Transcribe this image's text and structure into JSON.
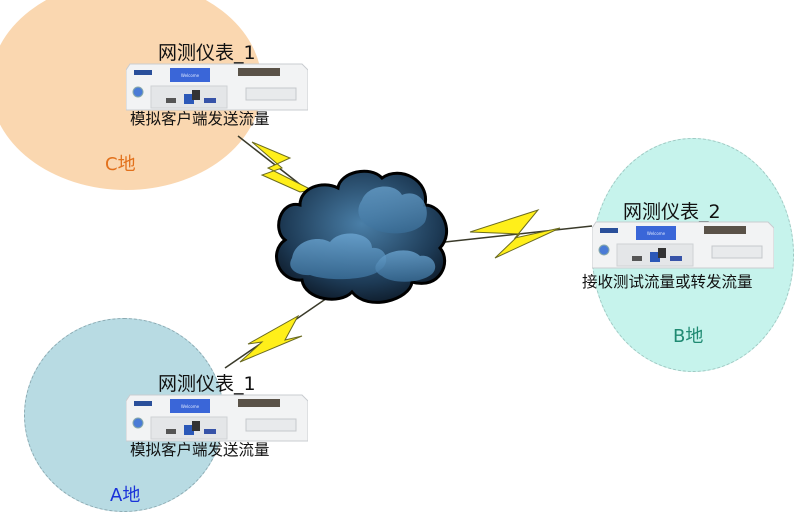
{
  "regions": {
    "c": {
      "label": "C地",
      "color": "#e2711c"
    },
    "b": {
      "label": "B地",
      "color": "#1f8a72"
    },
    "a": {
      "label": "A地",
      "color": "#1a33d9"
    }
  },
  "devices": [
    {
      "id": "device-c",
      "title": "网测仪表_1",
      "caption": "模拟客户端发送流量",
      "screen_text": "Welcome"
    },
    {
      "id": "device-b",
      "title": "网测仪表_2",
      "caption": "接收测试流量或转发流量",
      "screen_text": "Welcome"
    },
    {
      "id": "device-a",
      "title": "网测仪表_1",
      "caption": "模拟客户端发送流量",
      "screen_text": "Welcome"
    }
  ],
  "network": {
    "icon": "cloud-icon",
    "link_icon": "lightning-bolt-icon"
  }
}
